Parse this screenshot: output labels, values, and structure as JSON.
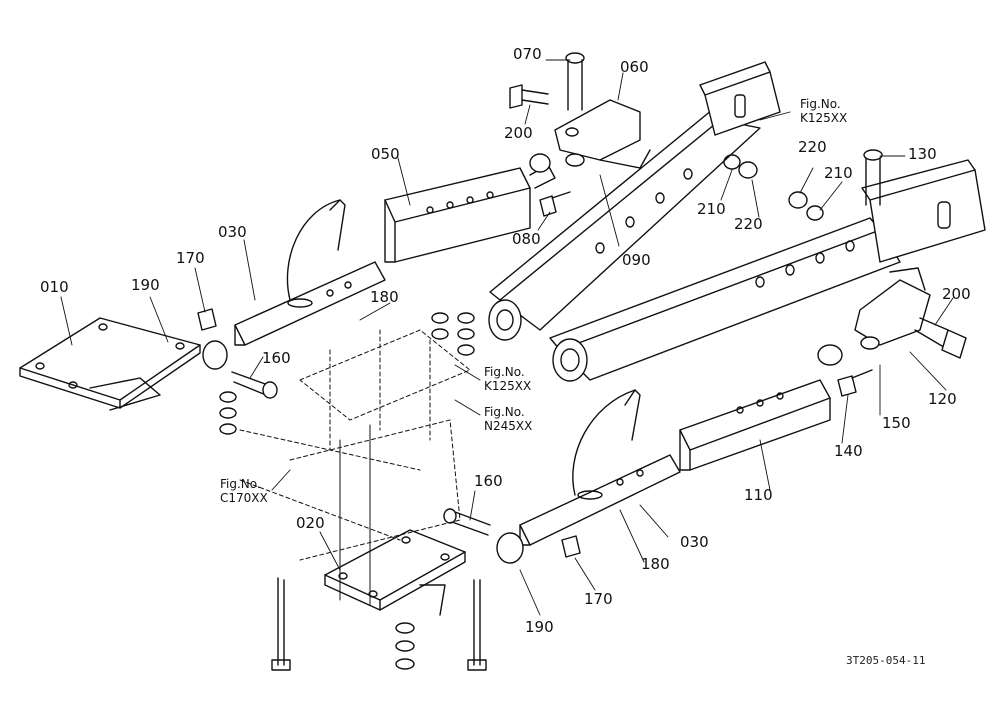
{
  "diagram": {
    "drawing_code": "3T205-054-11",
    "ink_color": "#111111",
    "background_color": "#ffffff",
    "parts": [
      {
        "id": "p010",
        "label": "010"
      },
      {
        "id": "p020",
        "label": "020"
      },
      {
        "id": "p030a",
        "label": "030"
      },
      {
        "id": "p030b",
        "label": "030"
      },
      {
        "id": "p050",
        "label": "050"
      },
      {
        "id": "p060",
        "label": "060"
      },
      {
        "id": "p070",
        "label": "070"
      },
      {
        "id": "p080",
        "label": "080"
      },
      {
        "id": "p090",
        "label": "090"
      },
      {
        "id": "p110",
        "label": "110"
      },
      {
        "id": "p120",
        "label": "120"
      },
      {
        "id": "p130",
        "label": "130"
      },
      {
        "id": "p140",
        "label": "140"
      },
      {
        "id": "p150",
        "label": "150"
      },
      {
        "id": "p160a",
        "label": "160"
      },
      {
        "id": "p160b",
        "label": "160"
      },
      {
        "id": "p170a",
        "label": "170"
      },
      {
        "id": "p170b",
        "label": "170"
      },
      {
        "id": "p180a",
        "label": "180"
      },
      {
        "id": "p180b",
        "label": "180"
      },
      {
        "id": "p190a",
        "label": "190"
      },
      {
        "id": "p190b",
        "label": "190"
      },
      {
        "id": "p200a",
        "label": "200"
      },
      {
        "id": "p200b",
        "label": "200"
      },
      {
        "id": "p210a",
        "label": "210"
      },
      {
        "id": "p210b",
        "label": "210"
      },
      {
        "id": "p220a",
        "label": "220"
      },
      {
        "id": "p220b",
        "label": "220"
      }
    ],
    "figure_refs": [
      {
        "id": "ref_k125_top",
        "title": "Fig.No.",
        "code": "K125XX"
      },
      {
        "id": "ref_k125_mid",
        "title": "Fig.No.",
        "code": "K125XX"
      },
      {
        "id": "ref_n245",
        "title": "Fig.No.",
        "code": "N245XX"
      },
      {
        "id": "ref_c170",
        "title": "Fig.No.",
        "code": "C170XX"
      }
    ]
  }
}
